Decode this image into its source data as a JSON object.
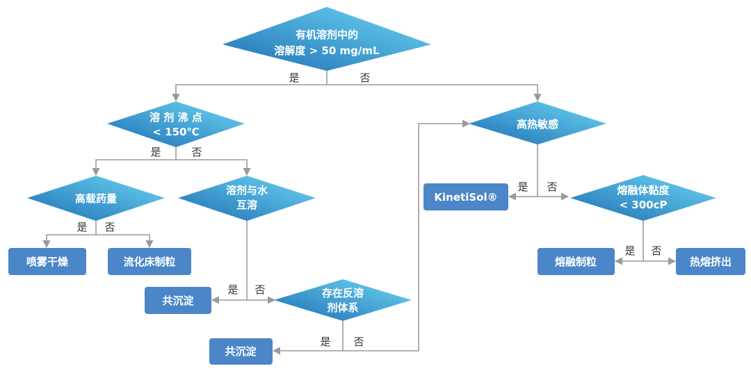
{
  "colors": {
    "diamond_dark": "#1e6fb4",
    "diamond_light": "#6dd6f3",
    "box": "#4a86c8",
    "connector": "#9a9a9a",
    "label_text": "#333333"
  },
  "decisions": {
    "solubility": {
      "line1": "有机溶剂中的",
      "line2": "溶解度 > 50 mg/mL"
    },
    "boiling_point": {
      "line1": "溶 剂 沸 点",
      "line2": "< 150℃"
    },
    "heat_sensitive": {
      "line1": "高热敏感"
    },
    "high_loading": {
      "line1": "高载药量"
    },
    "miscible": {
      "line1": "溶剂与水",
      "line2": "互溶"
    },
    "melt_viscosity": {
      "line1": "熔融体黏度",
      "line2": "< 300cP"
    },
    "antisolvent": {
      "line1": "存在反溶",
      "line2": "剂体系"
    }
  },
  "outcomes": {
    "spray_drying": "喷雾干燥",
    "fluid_bed": "流化床制粒",
    "coprecip_1": "共沉淀",
    "coprecip_2": "共沉淀",
    "kinetisol": "KinetiSol®",
    "melt_granulation": "熔融制粒",
    "hot_melt": "热熔挤出"
  },
  "branch_labels": {
    "yes": "是",
    "no": "否"
  }
}
